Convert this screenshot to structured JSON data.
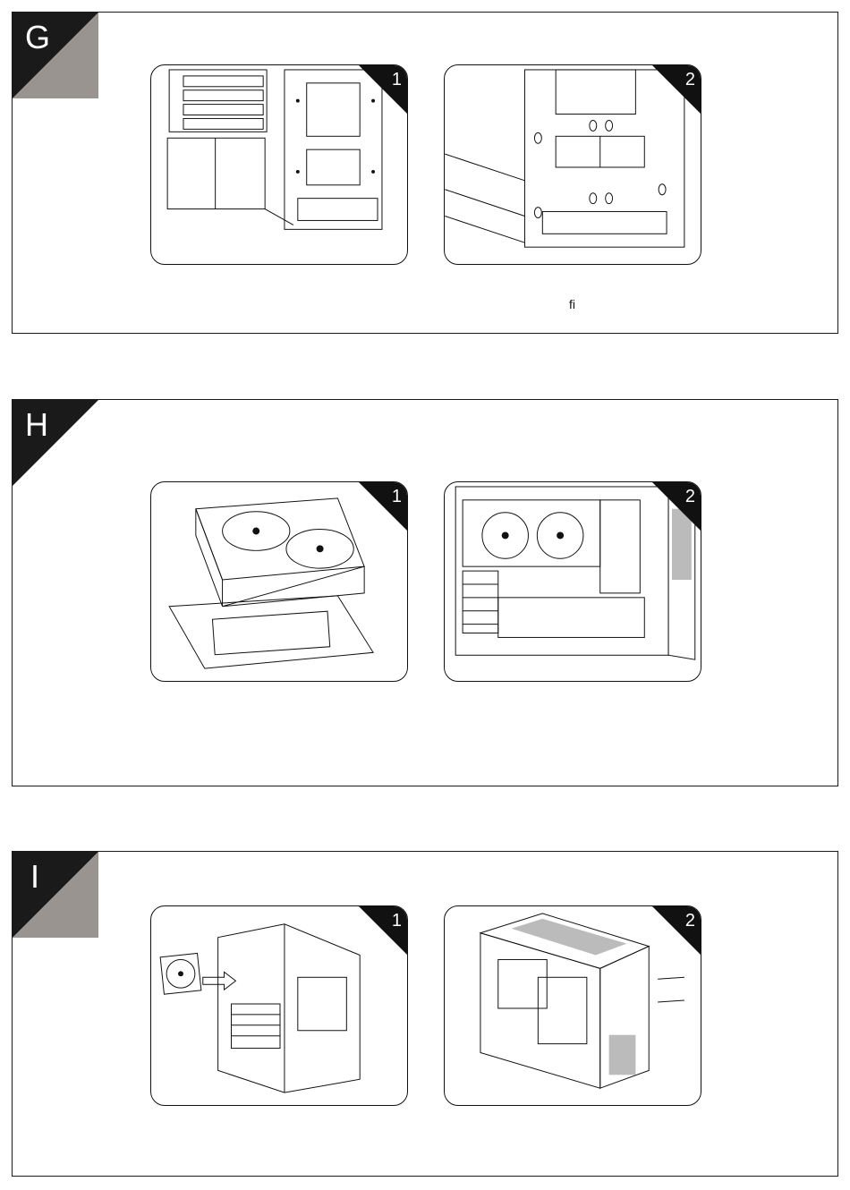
{
  "sections": [
    {
      "letter": "G",
      "panels": [
        {
          "number": "1",
          "image": "motherboard-tray-chassis-illustration"
        },
        {
          "number": "2",
          "image": "drive-bracket-chassis-illustration"
        }
      ],
      "note": "ﬁ"
    },
    {
      "letter": "H",
      "panels": [
        {
          "number": "1",
          "image": "radiator-and-mount-bracket-illustration"
        },
        {
          "number": "2",
          "image": "case-with-gpu-and-radiator-illustration"
        }
      ]
    },
    {
      "letter": "I",
      "panels": [
        {
          "number": "1",
          "image": "rear-fan-install-illustration"
        },
        {
          "number": "2",
          "image": "case-rear-screws-illustration"
        }
      ]
    }
  ],
  "colors": {
    "badge_dark": "#1a1a1a",
    "badge_gray": "#9a9490",
    "line": "#111111"
  }
}
